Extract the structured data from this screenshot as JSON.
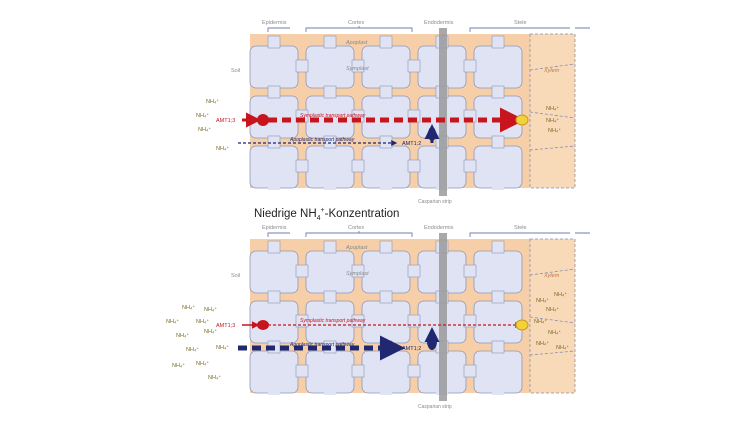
{
  "labels": {
    "epidermis": "Epidermis",
    "cortex": "Cortex",
    "endodermis": "Endodermis",
    "stele": "Stele",
    "apoplast": "Apoplast",
    "symplast": "Symplast",
    "soil": "Soil",
    "xylem": "Xylem",
    "symplastic_pathway": "Symplastic transport pathway",
    "apoplastic_pathway": "Apoplastic transport pathway",
    "casparian_strip": "Casparian strip",
    "amt13": "AMT1;3",
    "amt12": "AMT1;2",
    "nh4": "NH₄⁺"
  },
  "heading": {
    "prefix": "Niedrige NH",
    "sub": "4",
    "sup": "+",
    "suffix": "-Konzentration"
  },
  "colors": {
    "soil_bg": "#f6cfa8",
    "cell_fill": "#dfe3f3",
    "cell_stroke": "#8f97b6",
    "symplastic_red": "#c8141c",
    "apoplastic_blue": "#1f2870",
    "casparian_gray": "#9a9a9a",
    "nh4_text": "#7a6a2a",
    "label_gray": "#8a8a8a"
  }
}
